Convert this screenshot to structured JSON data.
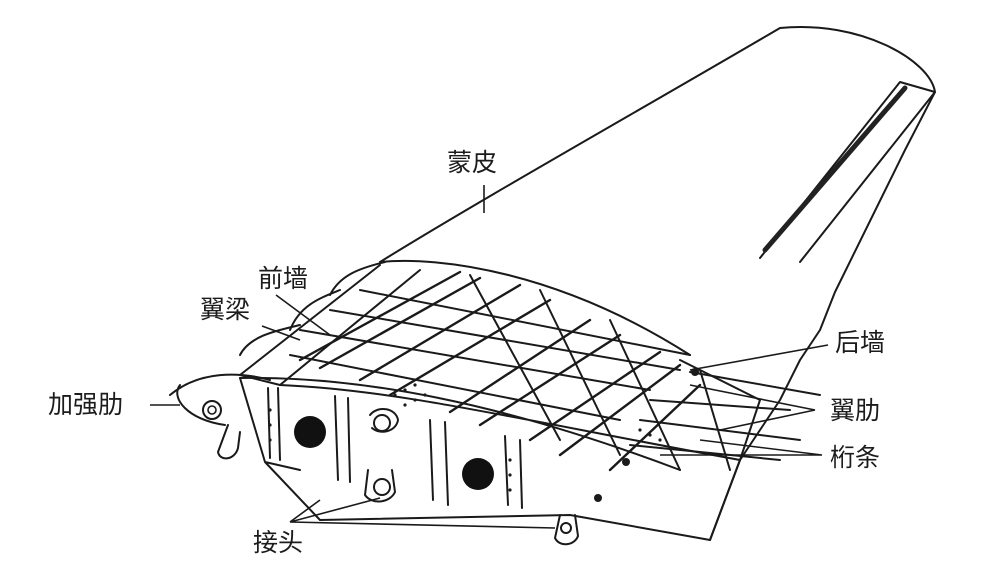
{
  "labels": {
    "skin": "蒙皮",
    "front_wall": "前墙",
    "spar": "翼梁",
    "reinforcing_rib": "加强肋",
    "joint": "接头",
    "rear_wall": "后墙",
    "wing_rib": "翼肋",
    "stringer": "桁条"
  },
  "colors": {
    "line": "#1a1a1a",
    "background": "#ffffff"
  }
}
